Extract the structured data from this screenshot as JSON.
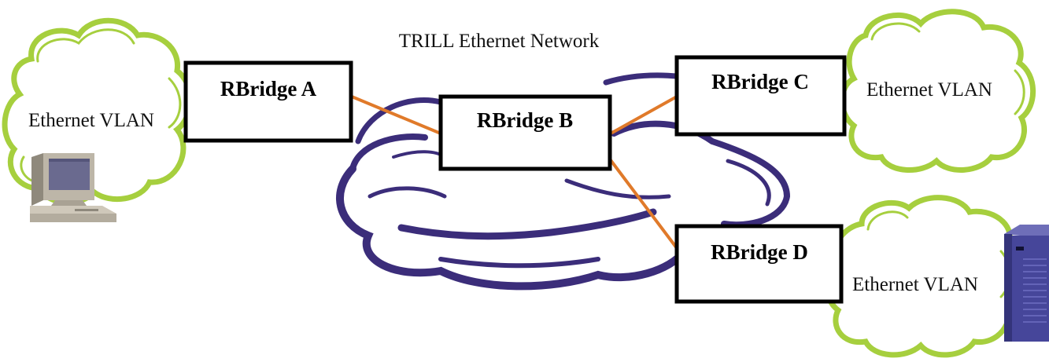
{
  "diagram": {
    "title": "TRILL Ethernet Network",
    "nodes": {
      "a": "RBridge A",
      "b": "RBridge B",
      "c": "RBridge C",
      "d": "RBridge D"
    },
    "vlans": {
      "left": "Ethernet VLAN",
      "right_top": "Ethernet VLAN",
      "right_bottom": "Ethernet VLAN"
    },
    "links": [
      [
        "a",
        "b"
      ],
      [
        "b",
        "c"
      ],
      [
        "b",
        "d"
      ]
    ],
    "colors": {
      "link": "#e07a2a",
      "vlan_cloud": "#a6cf3e",
      "trill_cloud": "#3b2d7a",
      "box_border": "#000000",
      "monitor": "#c8c1b3",
      "screen": "#6a6a8f",
      "server": "#46469a"
    },
    "icons": [
      "desktop-computer-icon",
      "server-tower-icon"
    ]
  }
}
